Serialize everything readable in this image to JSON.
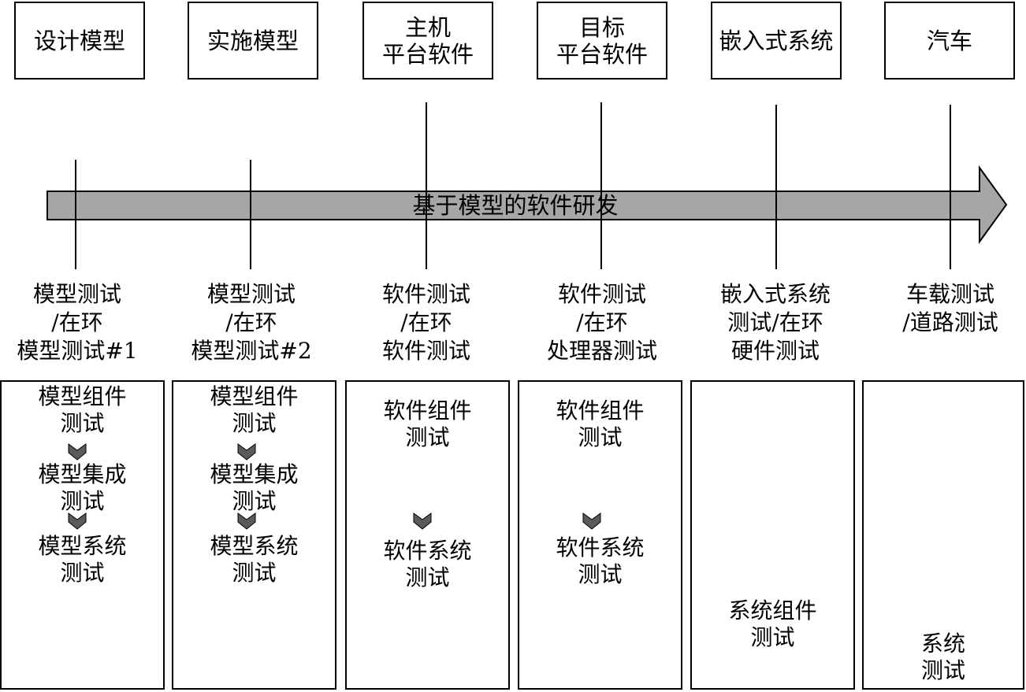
{
  "top_boxes": [
    {
      "label": "设计模型"
    },
    {
      "label": "实施模型"
    },
    {
      "label": "主机\n平台软件"
    },
    {
      "label": "目标\n平台软件"
    },
    {
      "label": "嵌入式系统"
    },
    {
      "label": "汽车"
    }
  ],
  "arrow": {
    "label": "基于模型的软件研发",
    "fill": "#a6a6a6"
  },
  "stage_labels": [
    {
      "label": "模型测试\n/在环\n模型测试#1"
    },
    {
      "label": "模型测试\n/在环\n模型测试#2"
    },
    {
      "label": "软件测试\n/在环\n软件测试"
    },
    {
      "label": "软件测试\n/在环\n处理器测试"
    },
    {
      "label": "嵌入式系统\n测试/在环\n硬件测试"
    },
    {
      "label": "车载测试\n/道路测试"
    }
  ],
  "columns": [
    {
      "steps": [
        "模型组件\n测试",
        "模型集成\n测试",
        "模型系统\n测试"
      ]
    },
    {
      "steps": [
        "模型组件\n测试",
        "模型集成\n测试",
        "模型系统\n测试"
      ]
    },
    {
      "steps": [
        "软件组件\n测试",
        "软件系统\n测试"
      ]
    },
    {
      "steps": [
        "软件组件\n测试",
        "软件系统\n测试"
      ]
    },
    {
      "steps": [
        "系统组件\n测试"
      ]
    },
    {
      "steps": [
        "系统\n测试"
      ]
    }
  ],
  "colors": {
    "line": "#000000",
    "chevron": "#5a5a5a"
  }
}
